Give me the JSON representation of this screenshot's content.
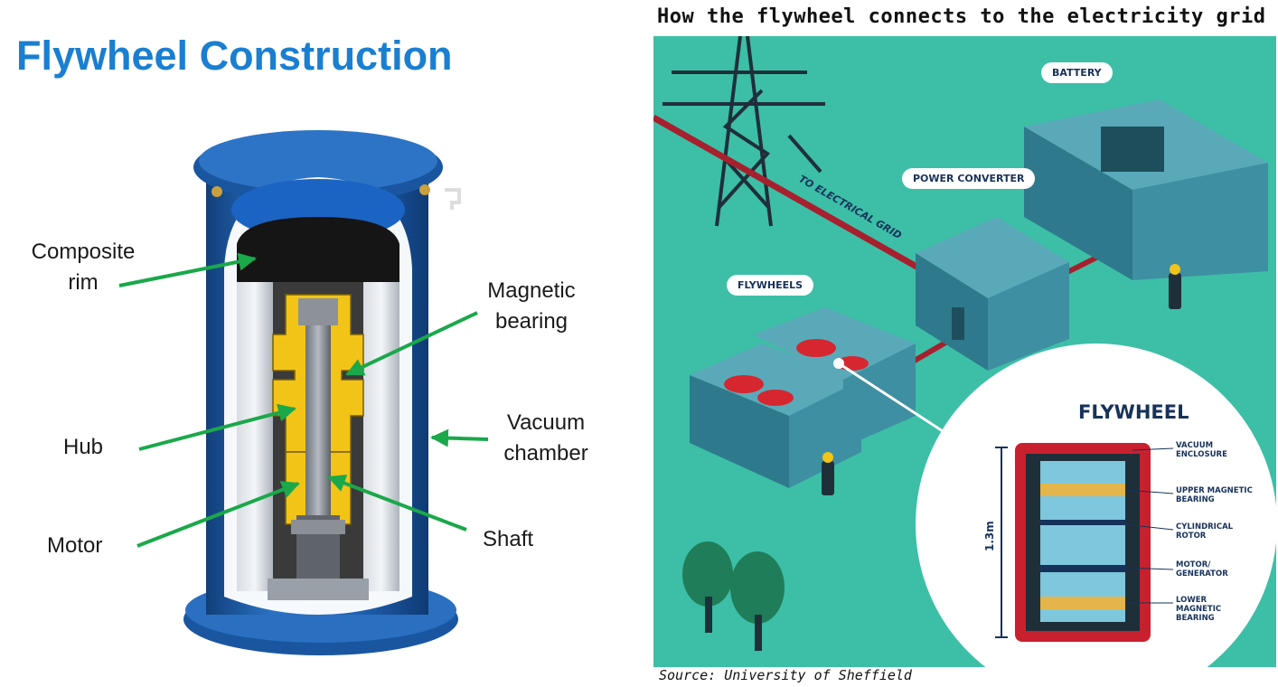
{
  "left": {
    "title": "Flywheel Construction",
    "labels": {
      "composite_rim": "Composite rim",
      "magnetic_bearing": "Magnetic bearing",
      "hub": "Hub",
      "vacuum_chamber": "Vacuum chamber",
      "motor": "Motor",
      "shaft": "Shaft"
    }
  },
  "right": {
    "title": "How the flywheel connects to the electricity grid",
    "source": "Source: University of Sheffield",
    "grid_label": "TO ELECTRICAL GRID",
    "callouts": {
      "battery": "BATTERY",
      "power_converter": "POWER CONVERTER",
      "flywheels": "FLYWHEELS"
    },
    "detail": {
      "title": "FLYWHEEL",
      "height": "1.3m",
      "labels": {
        "vacuum_enclosure": "VACUUM ENCLOSURE",
        "upper_bearing": "UPPER MAGNETIC BEARING",
        "rotor": "CYLINDRICAL ROTOR",
        "motor_generator": "MOTOR/ GENERATOR",
        "lower_bearing": "LOWER MAGNETIC BEARING"
      }
    }
  },
  "colors": {
    "title_blue": "#1a7fd0",
    "vessel_blue": "#1e5fae",
    "arrow_green": "#1aa84a",
    "hub_yellow": "#f2c418",
    "scene_teal": "#3cbfa6",
    "building_blue": "#3f8fa2",
    "grid_red": "#a81f2e"
  }
}
